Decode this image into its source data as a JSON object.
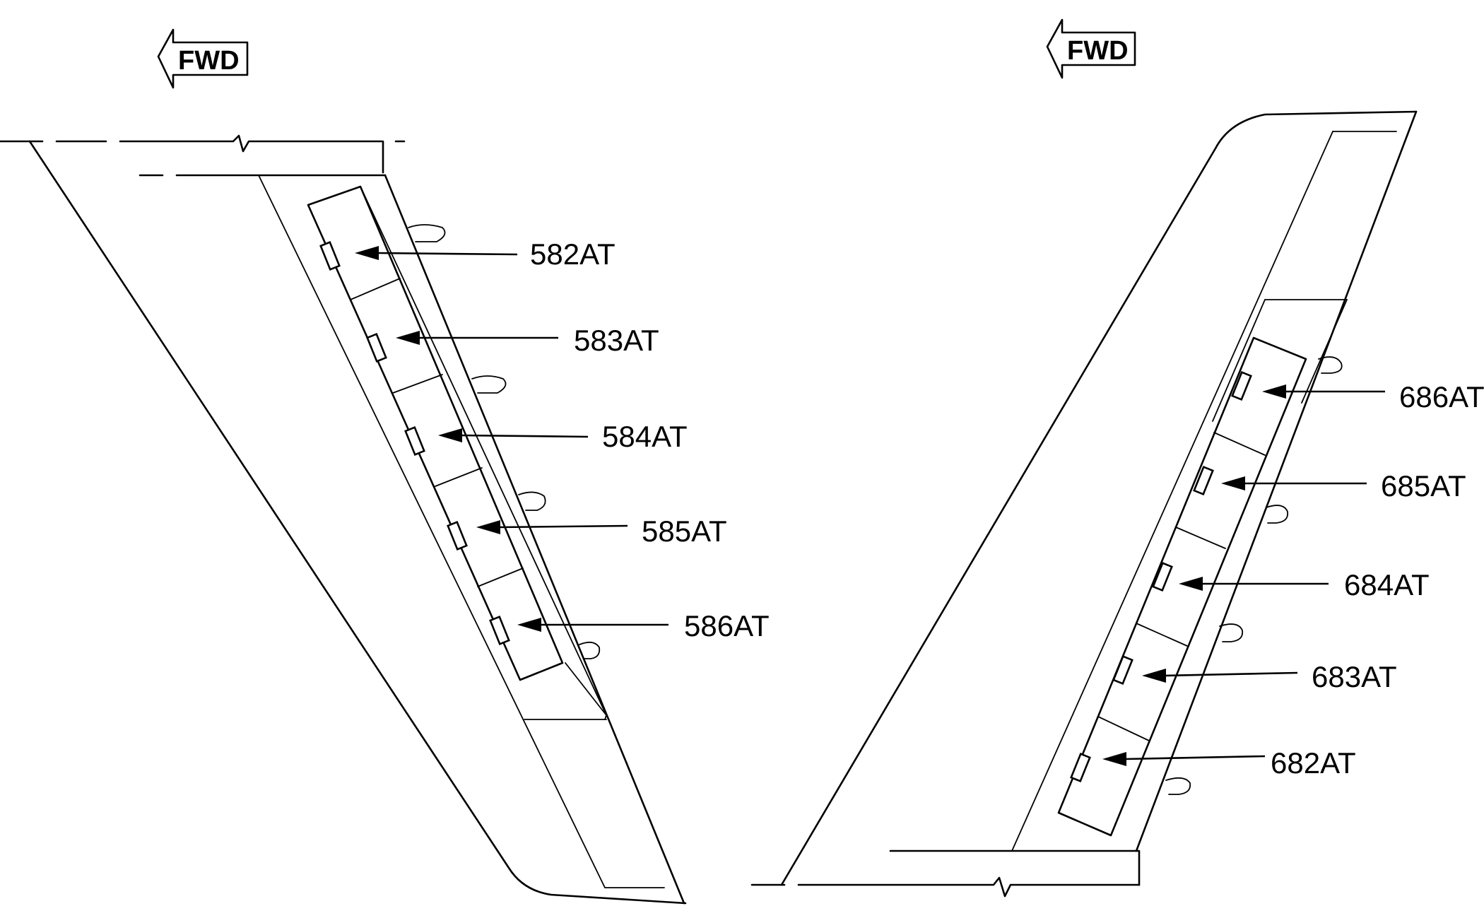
{
  "fwd_label": "FWD",
  "left_wing": {
    "callouts": [
      "582AT",
      "583AT",
      "584AT",
      "585AT",
      "586AT"
    ]
  },
  "right_wing": {
    "callouts": [
      "686AT",
      "685AT",
      "684AT",
      "683AT",
      "682AT"
    ]
  }
}
